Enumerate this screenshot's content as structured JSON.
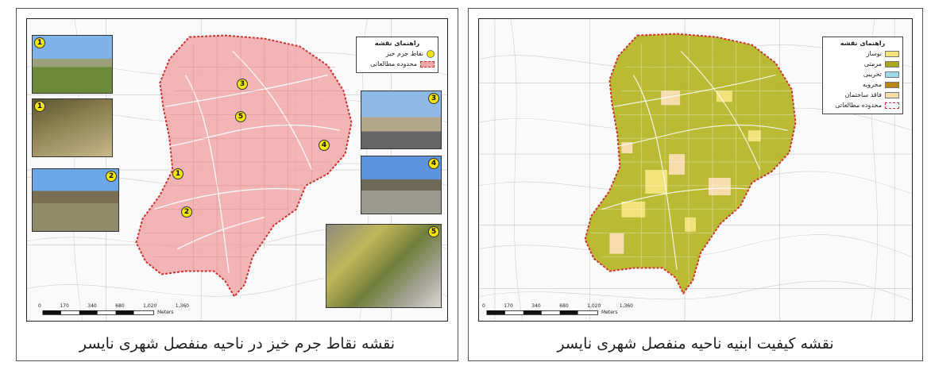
{
  "left_panel": {
    "caption": "نقشه نقاط جرم خیز در ناحیه منفصل شهری نایسر",
    "legend": {
      "title": "راهنمای نقشه",
      "items": [
        {
          "label": "نقاط جرم خیز",
          "color": "#f2e600"
        },
        {
          "label": "محدوده مطالعاتی",
          "color": "#cc3333"
        }
      ]
    },
    "points": [
      "1",
      "2",
      "3",
      "4",
      "5"
    ],
    "photo_badges": [
      "1",
      "1",
      "2",
      "3",
      "4",
      "5"
    ],
    "scale": {
      "ticks": [
        "0",
        "170",
        "340",
        "680",
        "1,020",
        "1,360"
      ],
      "unit": "Meters"
    }
  },
  "right_panel": {
    "caption": "نقشه کیفیت ابنیه ناحیه منفصل شهری نایسر",
    "legend": {
      "title": "راهنمای نقشه",
      "items": [
        {
          "label": "نوساز",
          "color": "#f2e27a"
        },
        {
          "label": "مرمتی",
          "color": "#a7a61c"
        },
        {
          "label": "تخریبی",
          "color": "#9fd8ea"
        },
        {
          "label": "مخروبه",
          "color": "#b8860b"
        },
        {
          "label": "فاقد ساختمان",
          "color": "#f7dcae"
        },
        {
          "label": "محدوده مطالعاتی",
          "color": "#cc3333"
        }
      ]
    },
    "scale": {
      "ticks": [
        "0",
        "170",
        "340",
        "680",
        "1,020",
        "1,360"
      ],
      "unit": "Meters"
    }
  },
  "colors": {
    "boundary": "#cc3333",
    "left_fill": "#f0a7a7",
    "right_fill": "#b3b21e",
    "marker": "#f2e600"
  }
}
